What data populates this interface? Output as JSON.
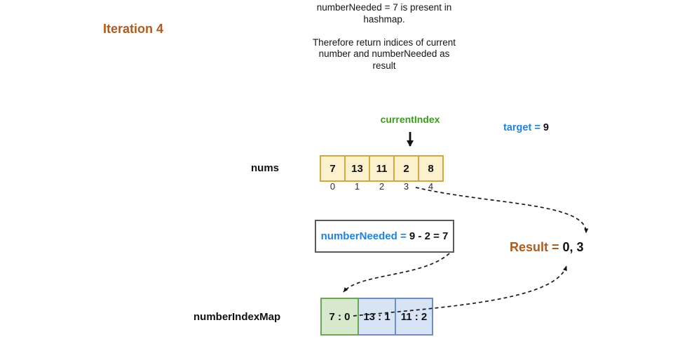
{
  "title": "Iteration 4",
  "description": {
    "lines": [
      "numberNeeded = 7 is present in",
      "hashmap.",
      "",
      "Therefore return indices of current",
      "number and numberNeeded as",
      "result"
    ]
  },
  "current_index": {
    "label": "currentIndex"
  },
  "target": {
    "label": "target = ",
    "value": "9"
  },
  "nums": {
    "label": "nums",
    "values": [
      "7",
      "13",
      "11",
      "2",
      "8"
    ],
    "indices": [
      "0",
      "1",
      "2",
      "3",
      "4"
    ],
    "current_index_position": 3
  },
  "number_needed": {
    "label": "numberNeeded = ",
    "expression": "9 - 2 = 7"
  },
  "result": {
    "label": "Result = ",
    "value": "0, 3"
  },
  "number_index_map": {
    "label": "numberIndexMap",
    "entries": [
      "7 : 0",
      "13 : 1",
      "11 : 2"
    ]
  },
  "colors": {
    "title_accent": "#B25A1A",
    "keyword_blue": "#1B83E8",
    "pointer_green": "#3D9A1E",
    "array_fill": "#FBF1CD",
    "array_border": "#D2A940",
    "map_green_fill": "#D7E9CD",
    "map_green_border": "#6BA84F",
    "map_blue_fill": "#D7E4F6",
    "map_blue_border": "#6D8EC6"
  }
}
